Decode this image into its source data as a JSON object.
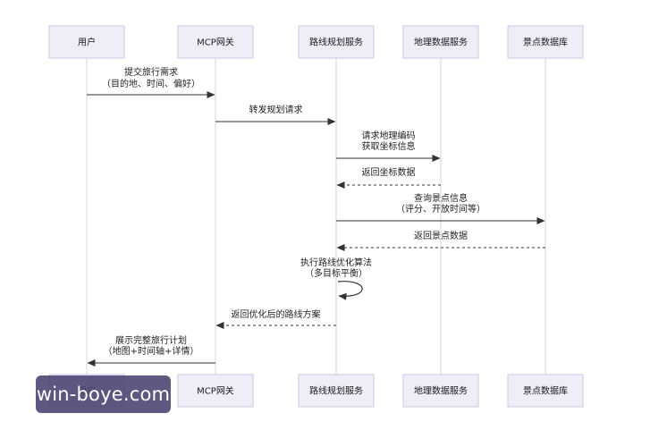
{
  "participants": [
    {
      "id": "user",
      "label": "用户"
    },
    {
      "id": "gateway",
      "label": "MCP网关"
    },
    {
      "id": "route",
      "label": "路线规划服务"
    },
    {
      "id": "geo",
      "label": "地理数据服务"
    },
    {
      "id": "poi",
      "label": "景点数据库"
    }
  ],
  "messages": [
    {
      "from": "user",
      "to": "gateway",
      "style": "solid",
      "lines": [
        "提交旅行需求",
        "（目的地、时间、偏好）"
      ]
    },
    {
      "from": "gateway",
      "to": "route",
      "style": "solid",
      "lines": [
        "转发规划请求"
      ]
    },
    {
      "from": "route",
      "to": "geo",
      "style": "solid",
      "lines": [
        "请求地理编码",
        "获取坐标信息"
      ]
    },
    {
      "from": "geo",
      "to": "route",
      "style": "dashed",
      "lines": [
        "返回坐标数据"
      ]
    },
    {
      "from": "route",
      "to": "poi",
      "style": "solid",
      "lines": [
        "查询景点信息",
        "（评分、开放时间等）"
      ]
    },
    {
      "from": "poi",
      "to": "route",
      "style": "dashed",
      "lines": [
        "返回景点数据"
      ]
    },
    {
      "from": "route",
      "to": "route",
      "style": "self",
      "lines": [
        "执行路线优化算法",
        "（多目标平衡）"
      ]
    },
    {
      "from": "route",
      "to": "gateway",
      "style": "dashed",
      "lines": [
        "返回优化后的路线方案"
      ]
    },
    {
      "from": "gateway",
      "to": "user",
      "style": "solid",
      "lines": [
        "展示完整旅行计划",
        "（地图+时间轴+详情）"
      ]
    }
  ],
  "watermark": "win-boye.com",
  "colors": {
    "box_fill": "#eeeef9",
    "box_stroke": "#c9c9e2",
    "lifeline": "#d4d4e4",
    "arrow": "#333333"
  }
}
